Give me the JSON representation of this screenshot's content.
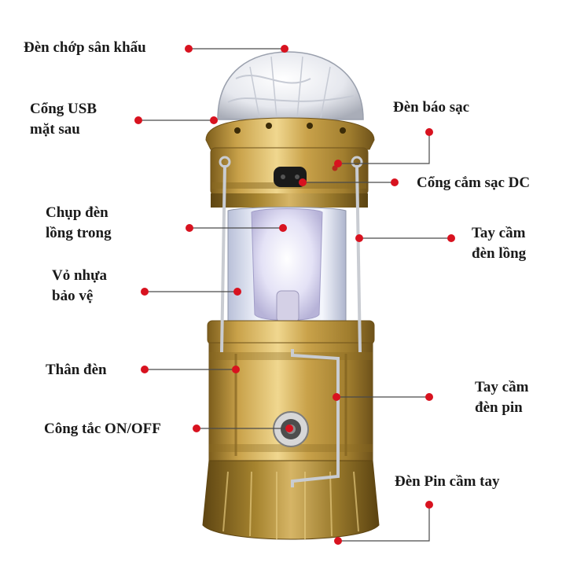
{
  "labels": {
    "stage_strobe": "Đèn chớp sân khấu",
    "usb_port": [
      "Cổng USB",
      "mặt sau"
    ],
    "charge_indicator": "Đèn báo sạc",
    "dc_port": "Cổng cắm sạc DC",
    "inner_shade": [
      "Chụp đèn",
      "lồng trong"
    ],
    "lantern_handle": [
      "Tay cầm",
      "đèn lồng"
    ],
    "plastic_shell": [
      "Vỏ nhựa",
      "bảo vệ"
    ],
    "lamp_body": "Thân đèn",
    "flashlight_handle": [
      "Tay cầm",
      "đèn pin"
    ],
    "switch": "Công tắc ON/OFF",
    "handheld_flashlight": "Đèn Pin cầm tay"
  },
  "colors": {
    "marker": "#d8121f",
    "line": "#4a4a4a",
    "gold": "#c9a24a",
    "gold_dark": "#8a6a22",
    "gold_light": "#ecd08a"
  }
}
